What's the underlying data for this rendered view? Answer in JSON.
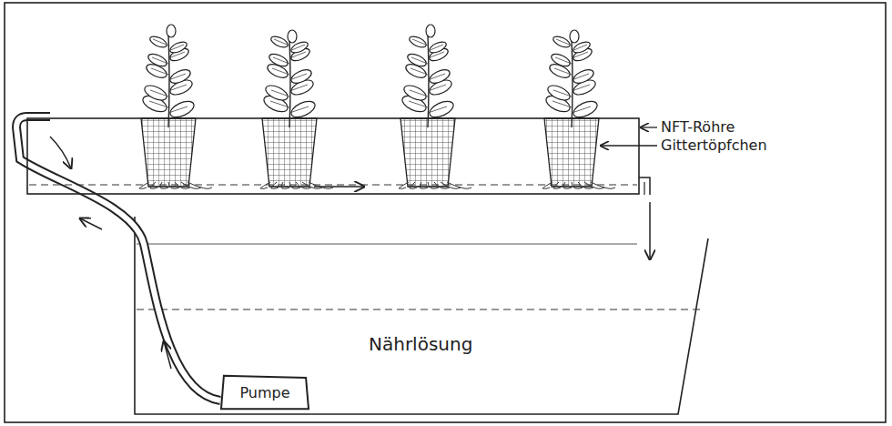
{
  "diagram": {
    "nodes": [
      {
        "text": [
          "Pumpe"
        ]
      }
    ],
    "labels": [
      "NFT-Röhre",
      "Gittertöpfchen",
      "Nährlösung"
    ]
  }
}
